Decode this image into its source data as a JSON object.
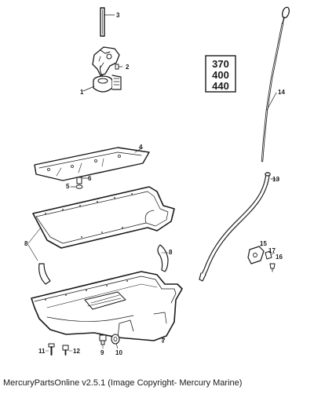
{
  "models": [
    "370",
    "400",
    "440"
  ],
  "callouts": {
    "c1": "1",
    "c2": "2",
    "c3": "3",
    "c4": "4",
    "c5": "5",
    "c6": "6",
    "c7": "7",
    "c8a": "8",
    "c8b": "8",
    "c9": "9",
    "c10": "10",
    "c11": "11",
    "c12": "12",
    "c13": "13",
    "c14": "14",
    "c15": "15",
    "c16": "16",
    "c17": "17"
  },
  "caption": "MercuryPartsOnline v2.5.1 (Image Copyright- Mercury Marine)"
}
